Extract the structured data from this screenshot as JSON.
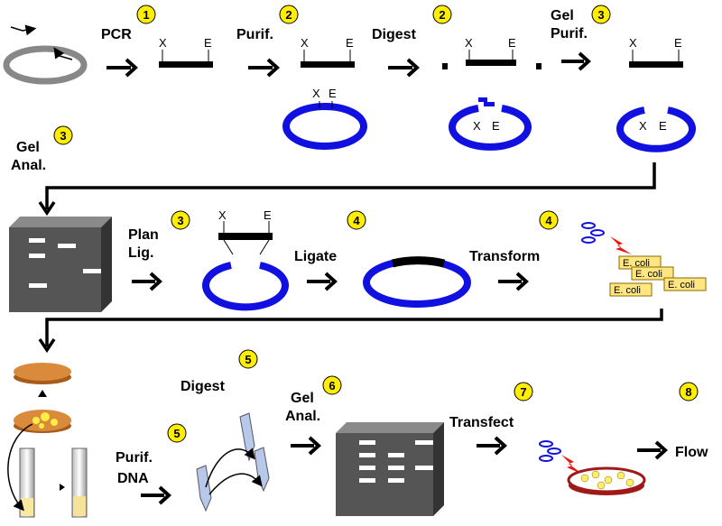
{
  "labels": {
    "pcr": "PCR",
    "purif": "Purif.",
    "digest_top": "Digest",
    "gel_purif_1": "Gel",
    "gel_purif_2": "Purif.",
    "gel_anal_left_1": "Gel",
    "gel_anal_left_2": "Anal.",
    "plan_lig_1": "Plan",
    "plan_lig_2": "Lig.",
    "ligate": "Ligate",
    "transform": "Transform",
    "digest_bottom": "Digest",
    "gel_anal_bottom_1": "Gel",
    "gel_anal_bottom_2": "Anal.",
    "purif_dna_1": "Purif.",
    "purif_dna_2": "DNA",
    "transfect": "Transfect",
    "flow": "Flow"
  },
  "sites": {
    "x": "X",
    "e": "E"
  },
  "ecoli_label": "E. coli",
  "steps": {
    "pcr": "1",
    "purif": "2",
    "digest": "2",
    "gel_purif": "3",
    "gel_anal": "3",
    "plan_lig": "3",
    "ligate": "4",
    "transform": "4",
    "digest_bottom": "5",
    "purif_dna": "5",
    "gel_anal_bottom": "6",
    "transfect": "7",
    "flow": "8"
  },
  "colors": {
    "plasmid": "#1010e0",
    "insert": "#000000",
    "template": "#888888",
    "badge": "#ffee00",
    "gel": "#555555",
    "ecoli_fill": "#ffe680",
    "plate": "#d98a3a",
    "bolt": "#ee1111"
  }
}
